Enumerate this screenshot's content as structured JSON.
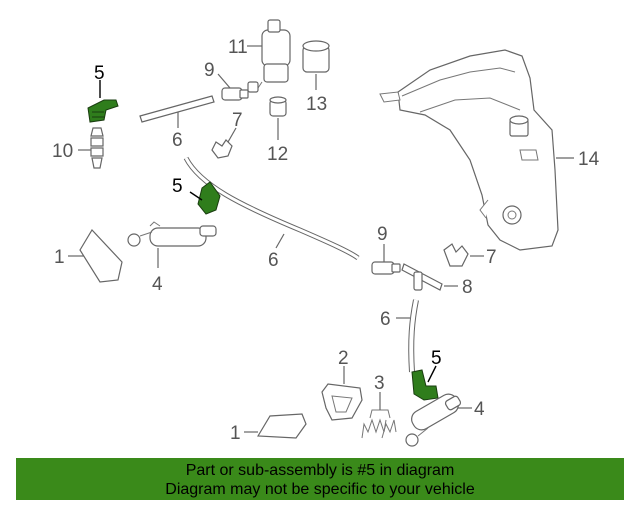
{
  "callouts": {
    "c1a": "1",
    "c1b": "1",
    "c2": "2",
    "c3": "3",
    "c4a": "4",
    "c4b": "4",
    "c5a": "5",
    "c5b": "5",
    "c5c": "5",
    "c6a": "6",
    "c6b": "6",
    "c6c": "6",
    "c7a": "7",
    "c7b": "7",
    "c8": "8",
    "c9a": "9",
    "c9b": "9",
    "c10": "10",
    "c11": "11",
    "c12": "12",
    "c13": "13",
    "c14": "14"
  },
  "banner": {
    "line1": "Part or sub-assembly is #5 in diagram",
    "line2": "Diagram may not be specific to your vehicle"
  },
  "colors": {
    "highlight": "#2f7d1c",
    "banner": "#3a8a1a"
  }
}
